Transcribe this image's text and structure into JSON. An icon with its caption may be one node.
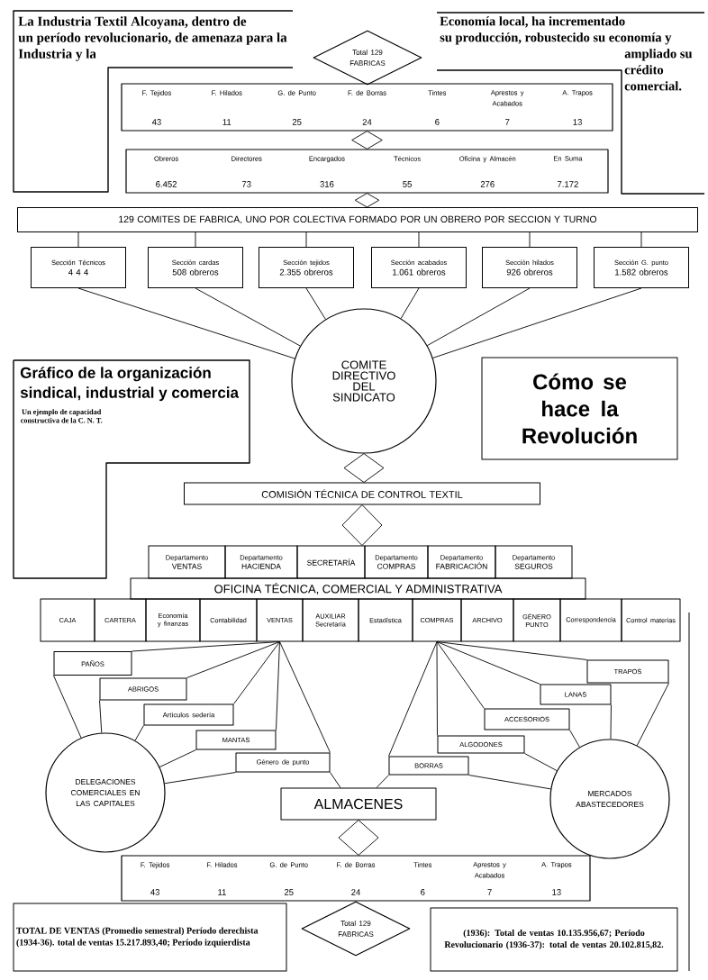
{
  "diagram": {
    "nodes": [
      {
        "text": [
          "La Industria Textil Alcoyana, dentro de un período revolucionario, de amenaza para la Industria y la"
        ]
      },
      {
        "text": [
          "Total 129 FABRICAS"
        ]
      },
      {
        "text": [
          "Economía local, ha incrementado su producción, robustecido su economía y ampliado su crédito comercial."
        ]
      },
      {
        "text": [
          "F. Tejidos",
          "F. Hilados",
          "G. de Punto",
          "F. de Borras",
          "Tintes",
          "Aprestos y Acabados",
          "A. Trapos",
          "43",
          "11",
          "25",
          "24",
          "6",
          "7",
          "13"
        ]
      },
      {
        "text": [
          "Obreros",
          "Directores",
          "Encargados",
          "Técnicos",
          "Oficina y Almacén",
          "En Suma",
          "6.452",
          "73",
          "316",
          "55",
          "276",
          "7.172"
        ]
      },
      {
        "text": [
          "129 COMITES DE FABRICA, UNO POR COLECTIVA FORMADO POR UN OBRERO POR SECCION Y TURNO"
        ]
      },
      {
        "text": [
          "Sección Técnicos",
          "4 4 4"
        ]
      },
      {
        "text": [
          "Sección cardas",
          "508 obreros"
        ]
      },
      {
        "text": [
          "Sección tejidos",
          "2.355 obreros"
        ]
      },
      {
        "text": [
          "Sección acabados",
          "1.061 obreros"
        ]
      },
      {
        "text": [
          "Sección hilados",
          "926 obreros"
        ]
      },
      {
        "text": [
          "Sección G. punto",
          "1.582 obreros"
        ]
      },
      {
        "text": [
          "Gráfico de la organización sindical, industrial y comercia",
          "Un ejemplo de capacidad constructiva de la C. N. T."
        ]
      },
      {
        "text": [
          "COMITE DIRECTIVO DEL SINDICATO"
        ]
      },
      {
        "text": [
          "Cómo se hace la Revolución"
        ]
      },
      {
        "text": [
          "COMISIÓN TÉCNICA DE CONTROL TEXTIL"
        ]
      },
      {
        "text": [
          "Departamento",
          "VENTAS"
        ]
      },
      {
        "text": [
          "Departamento",
          "HACIENDA"
        ]
      },
      {
        "text": [
          "SECRETARÍA"
        ]
      },
      {
        "text": [
          "Departamento",
          "COMPRAS"
        ]
      },
      {
        "text": [
          "Departamento",
          "FABRICACIÓN"
        ]
      },
      {
        "text": [
          "Departamento",
          "SEGUROS"
        ]
      },
      {
        "text": [
          "OFICINA TÉCNICA, COMERCIAL Y ADMINISTRATIVA"
        ]
      },
      {
        "text": [
          "CAJA"
        ]
      },
      {
        "text": [
          "CARTERA"
        ]
      },
      {
        "text": [
          "Economía y finanzas"
        ]
      },
      {
        "text": [
          "Contabilidad"
        ]
      },
      {
        "text": [
          "VENTAS"
        ]
      },
      {
        "text": [
          "AUXILIAR",
          "Secretaría"
        ]
      },
      {
        "text": [
          "Estadística"
        ]
      },
      {
        "text": [
          "COMPRAS"
        ]
      },
      {
        "text": [
          "ARCHIVO"
        ]
      },
      {
        "text": [
          "GÉNERO PUNTO"
        ]
      },
      {
        "text": [
          "Correspondencia"
        ]
      },
      {
        "text": [
          "Control materias"
        ]
      },
      {
        "text": [
          "PAÑOS"
        ]
      },
      {
        "text": [
          "ABRIGOS"
        ]
      },
      {
        "text": [
          "Artículos sedería"
        ]
      },
      {
        "text": [
          "MANTAS"
        ]
      },
      {
        "text": [
          "Género de punto"
        ]
      },
      {
        "text": [
          "TRAPOS"
        ]
      },
      {
        "text": [
          "LANAS"
        ]
      },
      {
        "text": [
          "ACCESORIOS"
        ]
      },
      {
        "text": [
          "ALGODONES"
        ]
      },
      {
        "text": [
          "BORRAS"
        ]
      },
      {
        "text": [
          "DELEGACIONES COMERCIALES EN LAS CAPITALES"
        ]
      },
      {
        "text": [
          "MERCADOS ABASTECEDORES"
        ]
      },
      {
        "text": [
          "ALMACENES"
        ]
      },
      {
        "text": [
          "F. Tejidos",
          "F. Hilados",
          "G. de Punto",
          "F. de Borras",
          "Tintes",
          "Aprestos y Acabados",
          "A. Trapos",
          "43",
          "11",
          "25",
          "24",
          "6",
          "7",
          "13"
        ]
      },
      {
        "text": [
          "TOTAL DE VENTAS (Promedio semestral) Período derechista (1934-36). total de ventas 15.217.893,40; Período izquierdista"
        ]
      },
      {
        "text": [
          "Total 129 FABRICAS"
        ]
      },
      {
        "text": [
          "(1936): Total de ventas 10.135.956,67; Período Revolucionario (1936-37): total de ventas 20.102.815,82."
        ]
      }
    ],
    "edges": [
      {
        "from": 3,
        "to": 4,
        "arrow": "none"
      },
      {
        "from": 4,
        "to": 5,
        "arrow": "none"
      },
      {
        "from": 5,
        "to": 6,
        "arrow": "none"
      },
      {
        "from": 5,
        "to": 7,
        "arrow": "none"
      },
      {
        "from": 5,
        "to": 8,
        "arrow": "none"
      },
      {
        "from": 5,
        "to": 9,
        "arrow": "none"
      },
      {
        "from": 5,
        "to": 10,
        "arrow": "none"
      },
      {
        "from": 5,
        "to": 11,
        "arrow": "none"
      },
      {
        "from": 6,
        "to": 13,
        "arrow": "none"
      },
      {
        "from": 7,
        "to": 13,
        "arrow": "none"
      },
      {
        "from": 8,
        "to": 13,
        "arrow": "none"
      },
      {
        "from": 9,
        "to": 13,
        "arrow": "none"
      },
      {
        "from": 10,
        "to": 13,
        "arrow": "none"
      },
      {
        "from": 11,
        "to": 13,
        "arrow": "none"
      },
      {
        "from": 13,
        "to": 15,
        "arrow": "none"
      },
      {
        "from": 15,
        "to": 18,
        "arrow": "none"
      },
      {
        "from": 27,
        "to": 35,
        "arrow": "none"
      },
      {
        "from": 27,
        "to": 36,
        "arrow": "none"
      },
      {
        "from": 27,
        "to": 37,
        "arrow": "none"
      },
      {
        "from": 27,
        "to": 38,
        "arrow": "none"
      },
      {
        "from": 27,
        "to": 39,
        "arrow": "none"
      },
      {
        "from": 35,
        "to": 45,
        "arrow": "none"
      },
      {
        "from": 36,
        "to": 45,
        "arrow": "none"
      },
      {
        "from": 37,
        "to": 45,
        "arrow": "none"
      },
      {
        "from": 38,
        "to": 45,
        "arrow": "none"
      },
      {
        "from": 39,
        "to": 45,
        "arrow": "none"
      },
      {
        "from": 39,
        "to": 47,
        "arrow": "none"
      },
      {
        "from": 30,
        "to": 40,
        "arrow": "none"
      },
      {
        "from": 30,
        "to": 41,
        "arrow": "none"
      },
      {
        "from": 30,
        "to": 42,
        "arrow": "none"
      },
      {
        "from": 30,
        "to": 43,
        "arrow": "none"
      },
      {
        "from": 30,
        "to": 44,
        "arrow": "none"
      },
      {
        "from": 40,
        "to": 46,
        "arrow": "none"
      },
      {
        "from": 41,
        "to": 46,
        "arrow": "none"
      },
      {
        "from": 42,
        "to": 46,
        "arrow": "none"
      },
      {
        "from": 43,
        "to": 46,
        "arrow": "none"
      },
      {
        "from": 44,
        "to": 46,
        "arrow": "none"
      },
      {
        "from": 44,
        "to": 47,
        "arrow": "none"
      },
      {
        "from": 47,
        "to": 48,
        "arrow": "none"
      }
    ]
  }
}
